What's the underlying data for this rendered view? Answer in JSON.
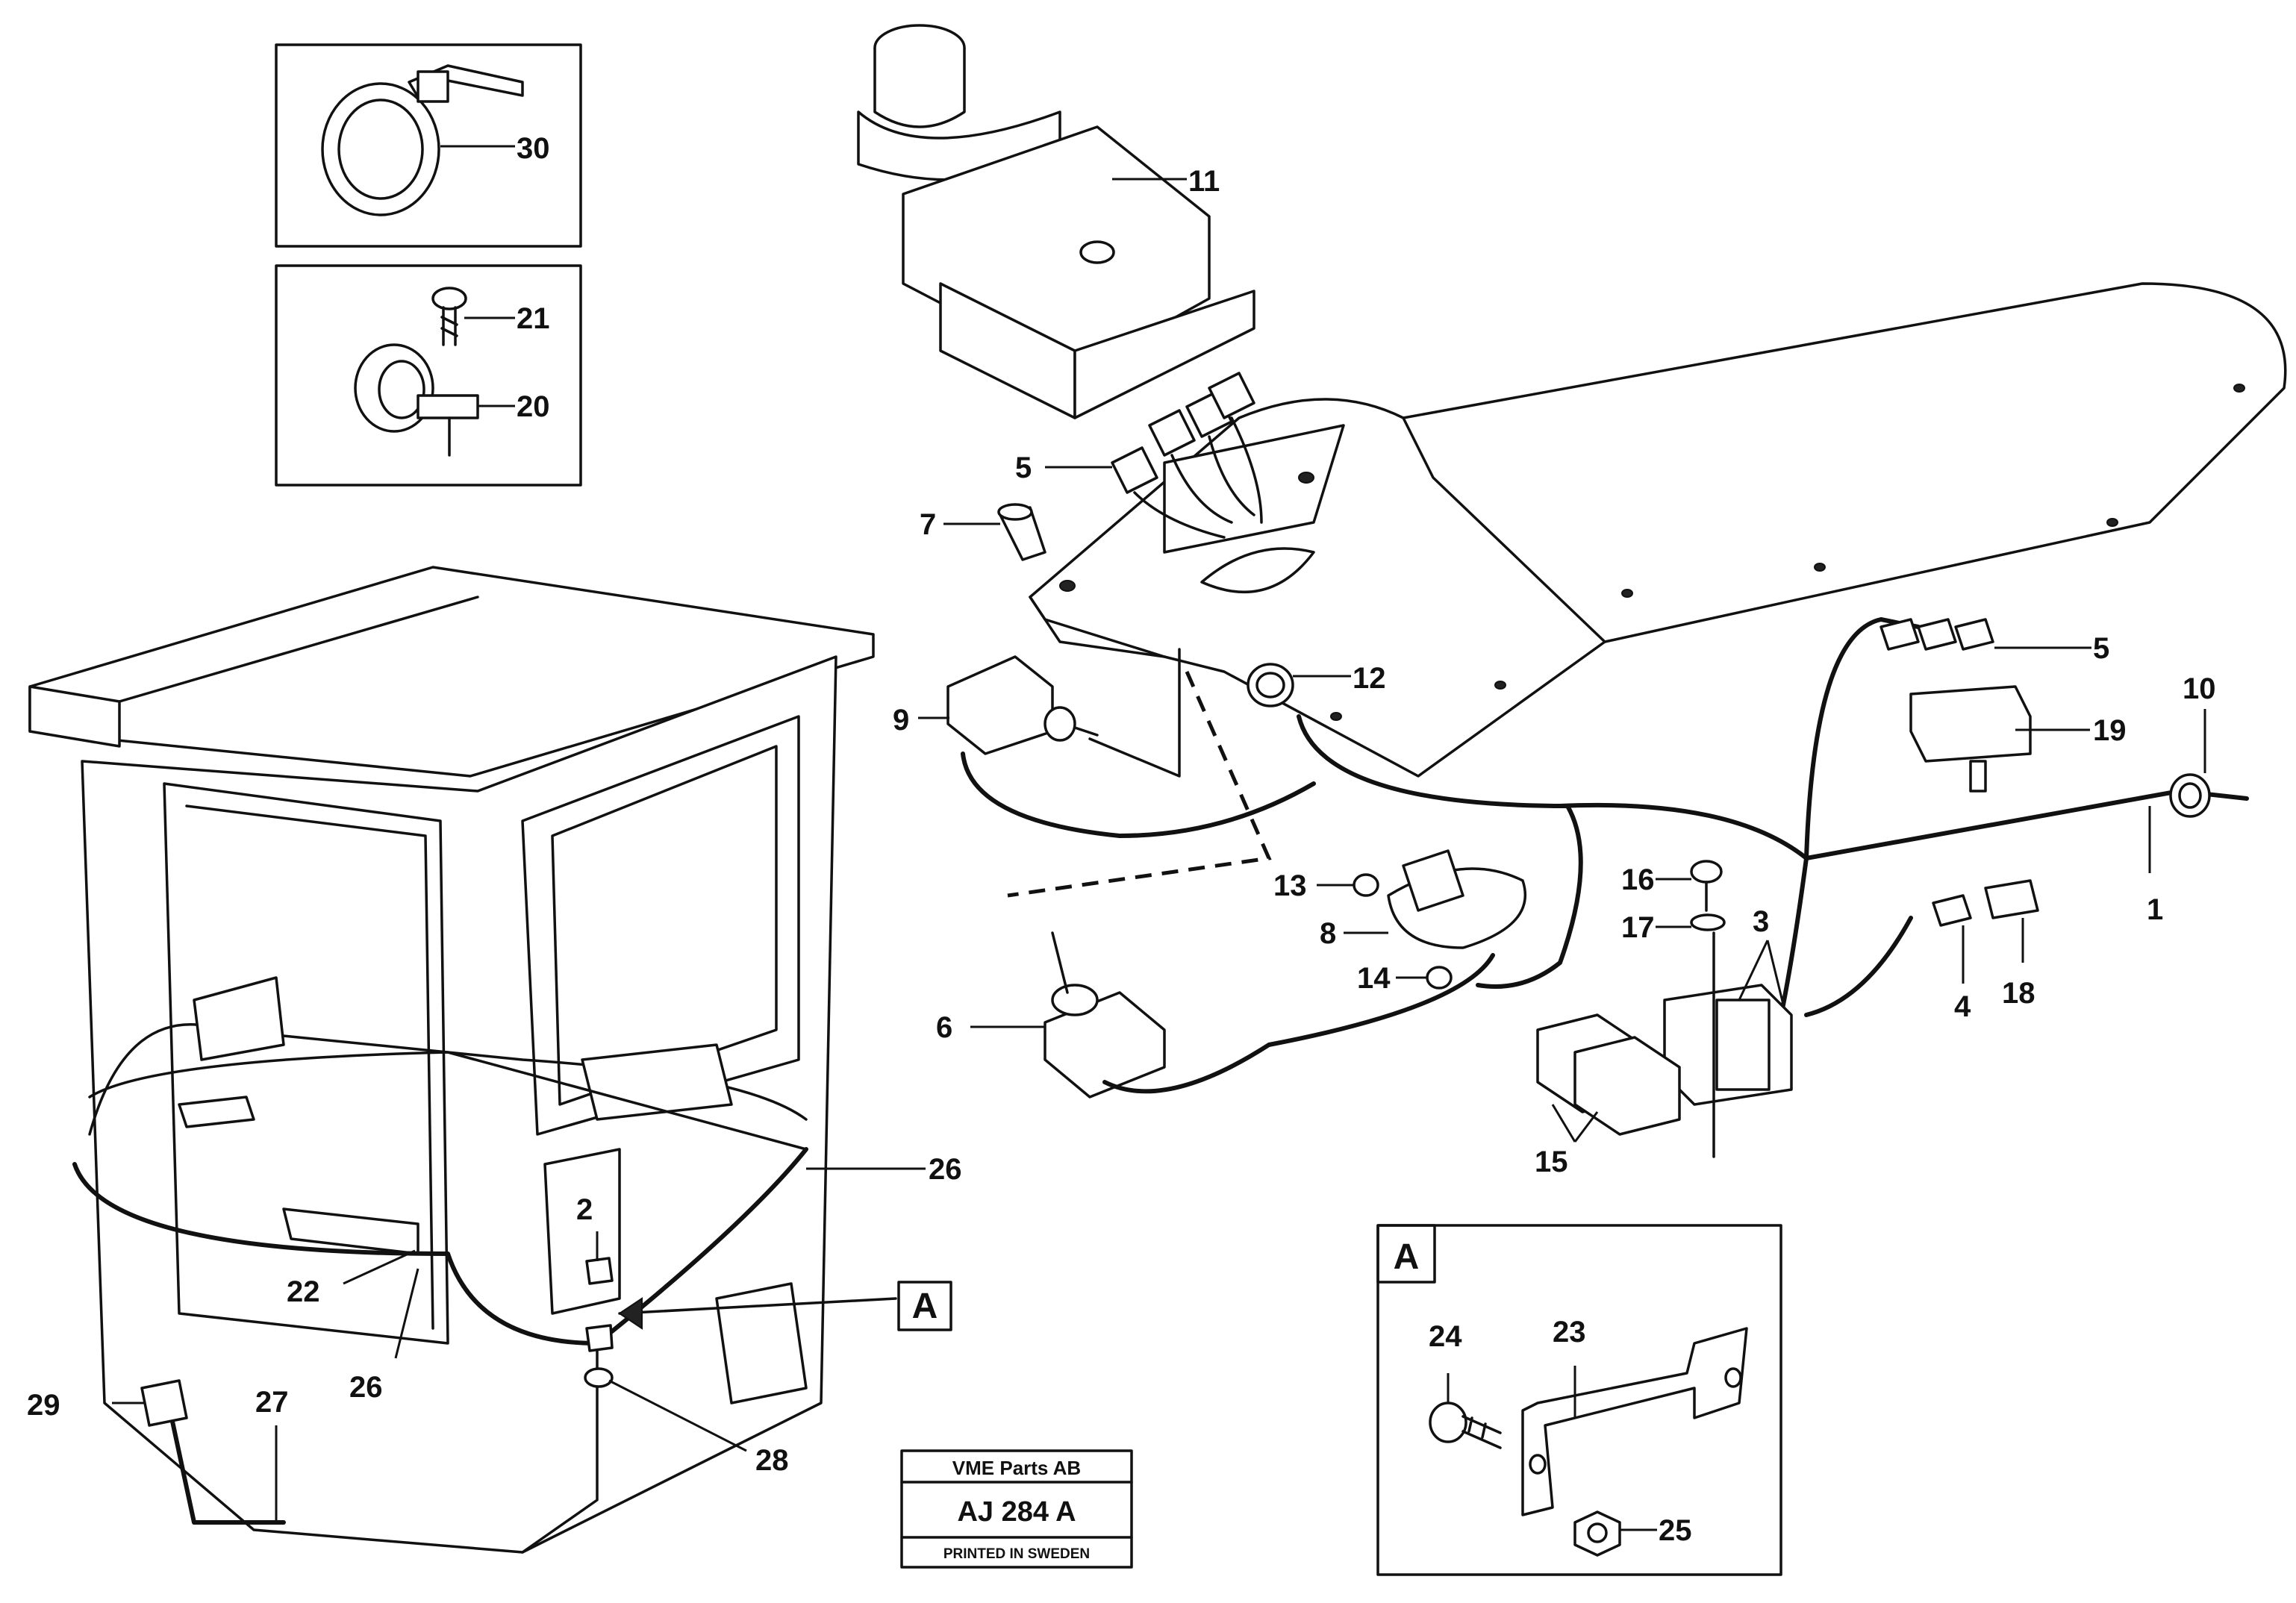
{
  "callouts": [
    {
      "id": "c1",
      "text": "1"
    },
    {
      "id": "c2",
      "text": "2"
    },
    {
      "id": "c3",
      "text": "3"
    },
    {
      "id": "c4",
      "text": "4"
    },
    {
      "id": "c5a",
      "text": "5"
    },
    {
      "id": "c5b",
      "text": "5"
    },
    {
      "id": "c6",
      "text": "6"
    },
    {
      "id": "c7",
      "text": "7"
    },
    {
      "id": "c8",
      "text": "8"
    },
    {
      "id": "c9",
      "text": "9"
    },
    {
      "id": "c10",
      "text": "10"
    },
    {
      "id": "c11",
      "text": "11"
    },
    {
      "id": "c12",
      "text": "12"
    },
    {
      "id": "c13",
      "text": "13"
    },
    {
      "id": "c14",
      "text": "14"
    },
    {
      "id": "c15",
      "text": "15"
    },
    {
      "id": "c16",
      "text": "16"
    },
    {
      "id": "c17",
      "text": "17"
    },
    {
      "id": "c18",
      "text": "18"
    },
    {
      "id": "c19",
      "text": "19"
    },
    {
      "id": "c20",
      "text": "20"
    },
    {
      "id": "c21",
      "text": "21"
    },
    {
      "id": "c22",
      "text": "22"
    },
    {
      "id": "c23",
      "text": "23"
    },
    {
      "id": "c24",
      "text": "24"
    },
    {
      "id": "c25",
      "text": "25"
    },
    {
      "id": "c26a",
      "text": "26"
    },
    {
      "id": "c26b",
      "text": "26"
    },
    {
      "id": "c27",
      "text": "27"
    },
    {
      "id": "c28",
      "text": "28"
    },
    {
      "id": "c29",
      "text": "29"
    },
    {
      "id": "c30",
      "text": "30"
    }
  ],
  "view_marker": "A",
  "detail_box_label": "A",
  "stamp": {
    "company": "VME Parts AB",
    "code": "AJ 284 A",
    "printed": "PRINTED IN SWEDEN"
  }
}
